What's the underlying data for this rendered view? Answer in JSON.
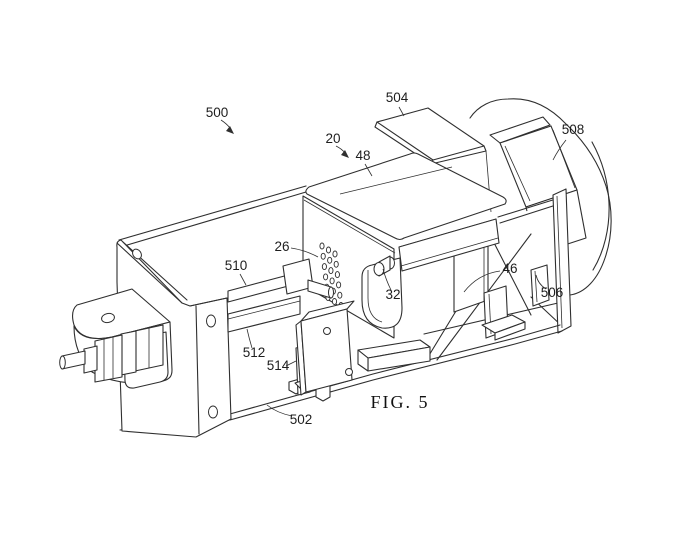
{
  "figure": {
    "caption": "FIG. 5",
    "colors": {
      "line": "#2f2f2f",
      "background": "#ffffff"
    },
    "labels": {
      "l500": "500",
      "l20": "20",
      "l48": "48",
      "l504": "504",
      "l508": "508",
      "l26": "26",
      "l510": "510",
      "l512": "512",
      "l514": "514",
      "l32": "32",
      "l46": "46",
      "l506": "506",
      "l502": "502"
    }
  }
}
